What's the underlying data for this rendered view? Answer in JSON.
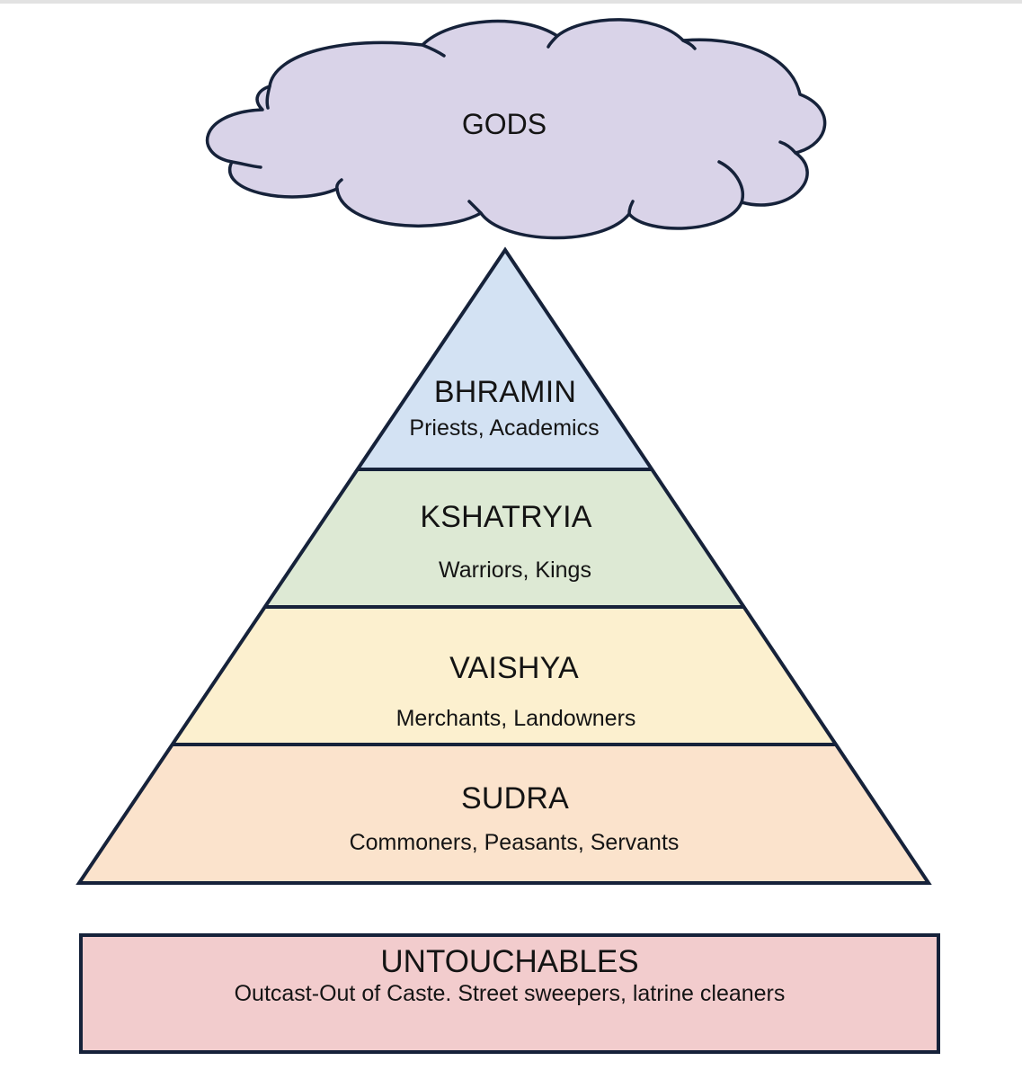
{
  "colors": {
    "outline": "#16223a",
    "gods_fill": "#d9d3e8",
    "bhramin_fill": "#d3e2f3",
    "kshatryia_fill": "#dde9d4",
    "vaishya_fill": "#fcf0cf",
    "sudra_fill": "#fbe3cc",
    "untouchables_fill": "#f2cccd"
  },
  "gods": {
    "label": "GODS"
  },
  "pyramid": {
    "tiers": [
      {
        "title": "BHRAMIN",
        "subtitle": "Priests, Academics"
      },
      {
        "title": "KSHATRYIA",
        "subtitle": "Warriors, Kings"
      },
      {
        "title": "VAISHYA",
        "subtitle": "Merchants, Landowners"
      },
      {
        "title": "SUDRA",
        "subtitle": "Commoners, Peasants, Servants"
      }
    ]
  },
  "untouchables": {
    "title": "UNTOUCHABLES",
    "subtitle": "Outcast-Out of Caste. Street sweepers, latrine cleaners"
  }
}
